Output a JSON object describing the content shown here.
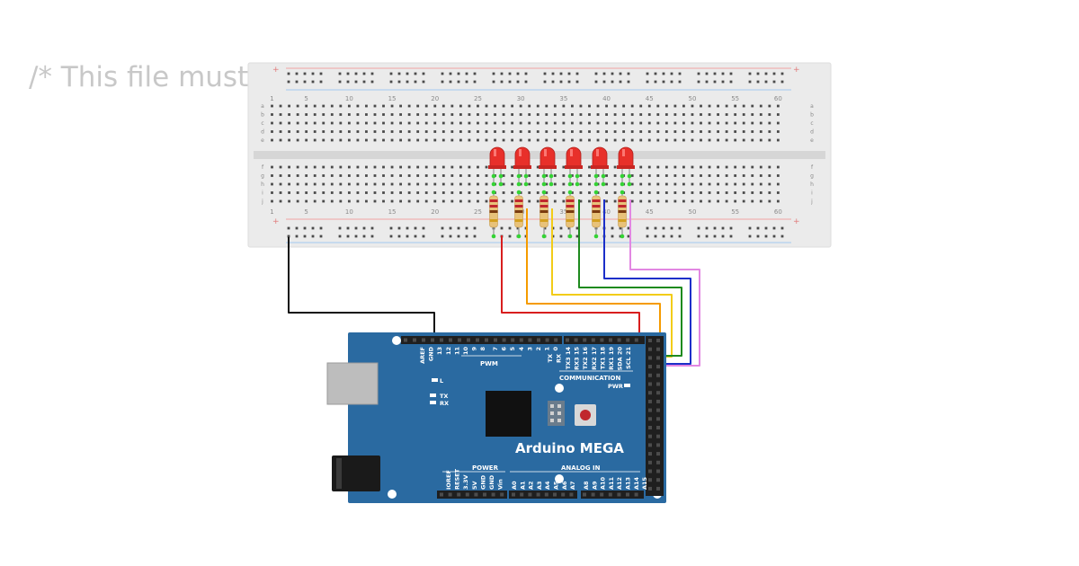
{
  "code_overlay": "/* This file must",
  "breadboard": {
    "top_numbers": [
      "1",
      "5",
      "10",
      "15",
      "20",
      "25",
      "30",
      "35",
      "40",
      "45",
      "50",
      "55",
      "60"
    ],
    "bottom_numbers": [
      "1",
      "5",
      "10",
      "15",
      "20",
      "25",
      "30",
      "35",
      "40",
      "45",
      "50",
      "55",
      "60"
    ],
    "top_letters": [
      "a",
      "b",
      "c",
      "d",
      "e"
    ],
    "bottom_letters": [
      "f",
      "g",
      "h",
      "i",
      "j"
    ],
    "rail_plus": "+",
    "rail_minus": "-"
  },
  "components": {
    "leds": [
      "led-1",
      "led-2",
      "led-3",
      "led-4",
      "led-5",
      "led-6"
    ],
    "led_color": "#e8302a",
    "resistor_count": 6
  },
  "wires": [
    {
      "name": "wire-led1",
      "color": "#d81e1e"
    },
    {
      "name": "wire-led2",
      "color": "#f59b00"
    },
    {
      "name": "wire-led3",
      "color": "#f2cc18"
    },
    {
      "name": "wire-led4",
      "color": "#1e8a1e"
    },
    {
      "name": "wire-led5",
      "color": "#1b2fc9"
    },
    {
      "name": "wire-led6",
      "color": "#e287e2"
    },
    {
      "name": "wire-gnd",
      "color": "#111111"
    }
  ],
  "arduino": {
    "title": "Arduino MEGA",
    "board_color": "#2a6aa1",
    "section_pwm": "PWM",
    "section_communication": "COMMUNICATION",
    "section_power": "POWER",
    "section_analog": "ANALOG IN",
    "label_l": "L",
    "label_tx": "TX",
    "label_rx": "RX",
    "label_pwr": "PWR",
    "top_left_pins": [
      "AREF",
      "GND",
      "13",
      "12",
      "11",
      "10",
      "9",
      "8"
    ],
    "top_mid_pins": [
      "7",
      "6",
      "5",
      "4",
      "3",
      "2",
      "1",
      "0"
    ],
    "top_mid_sub": [
      "TX",
      "RX"
    ],
    "comm_pins": [
      "TX3 14",
      "RX3 15",
      "TX2 16",
      "RX2 17",
      "TX1 18",
      "RX1 19",
      "SDA 20",
      "SCL 21"
    ],
    "power_pins": [
      "IOREF",
      "RESET",
      "3.3V",
      "5V",
      "GND",
      "GND",
      "Vin"
    ],
    "analog_pins_1": [
      "A0",
      "A1",
      "A2",
      "A3",
      "A4",
      "A5",
      "A6",
      "A7"
    ],
    "analog_pins_2": [
      "A8",
      "A9",
      "A10",
      "A11",
      "A12",
      "A13",
      "A14",
      "A15"
    ]
  }
}
